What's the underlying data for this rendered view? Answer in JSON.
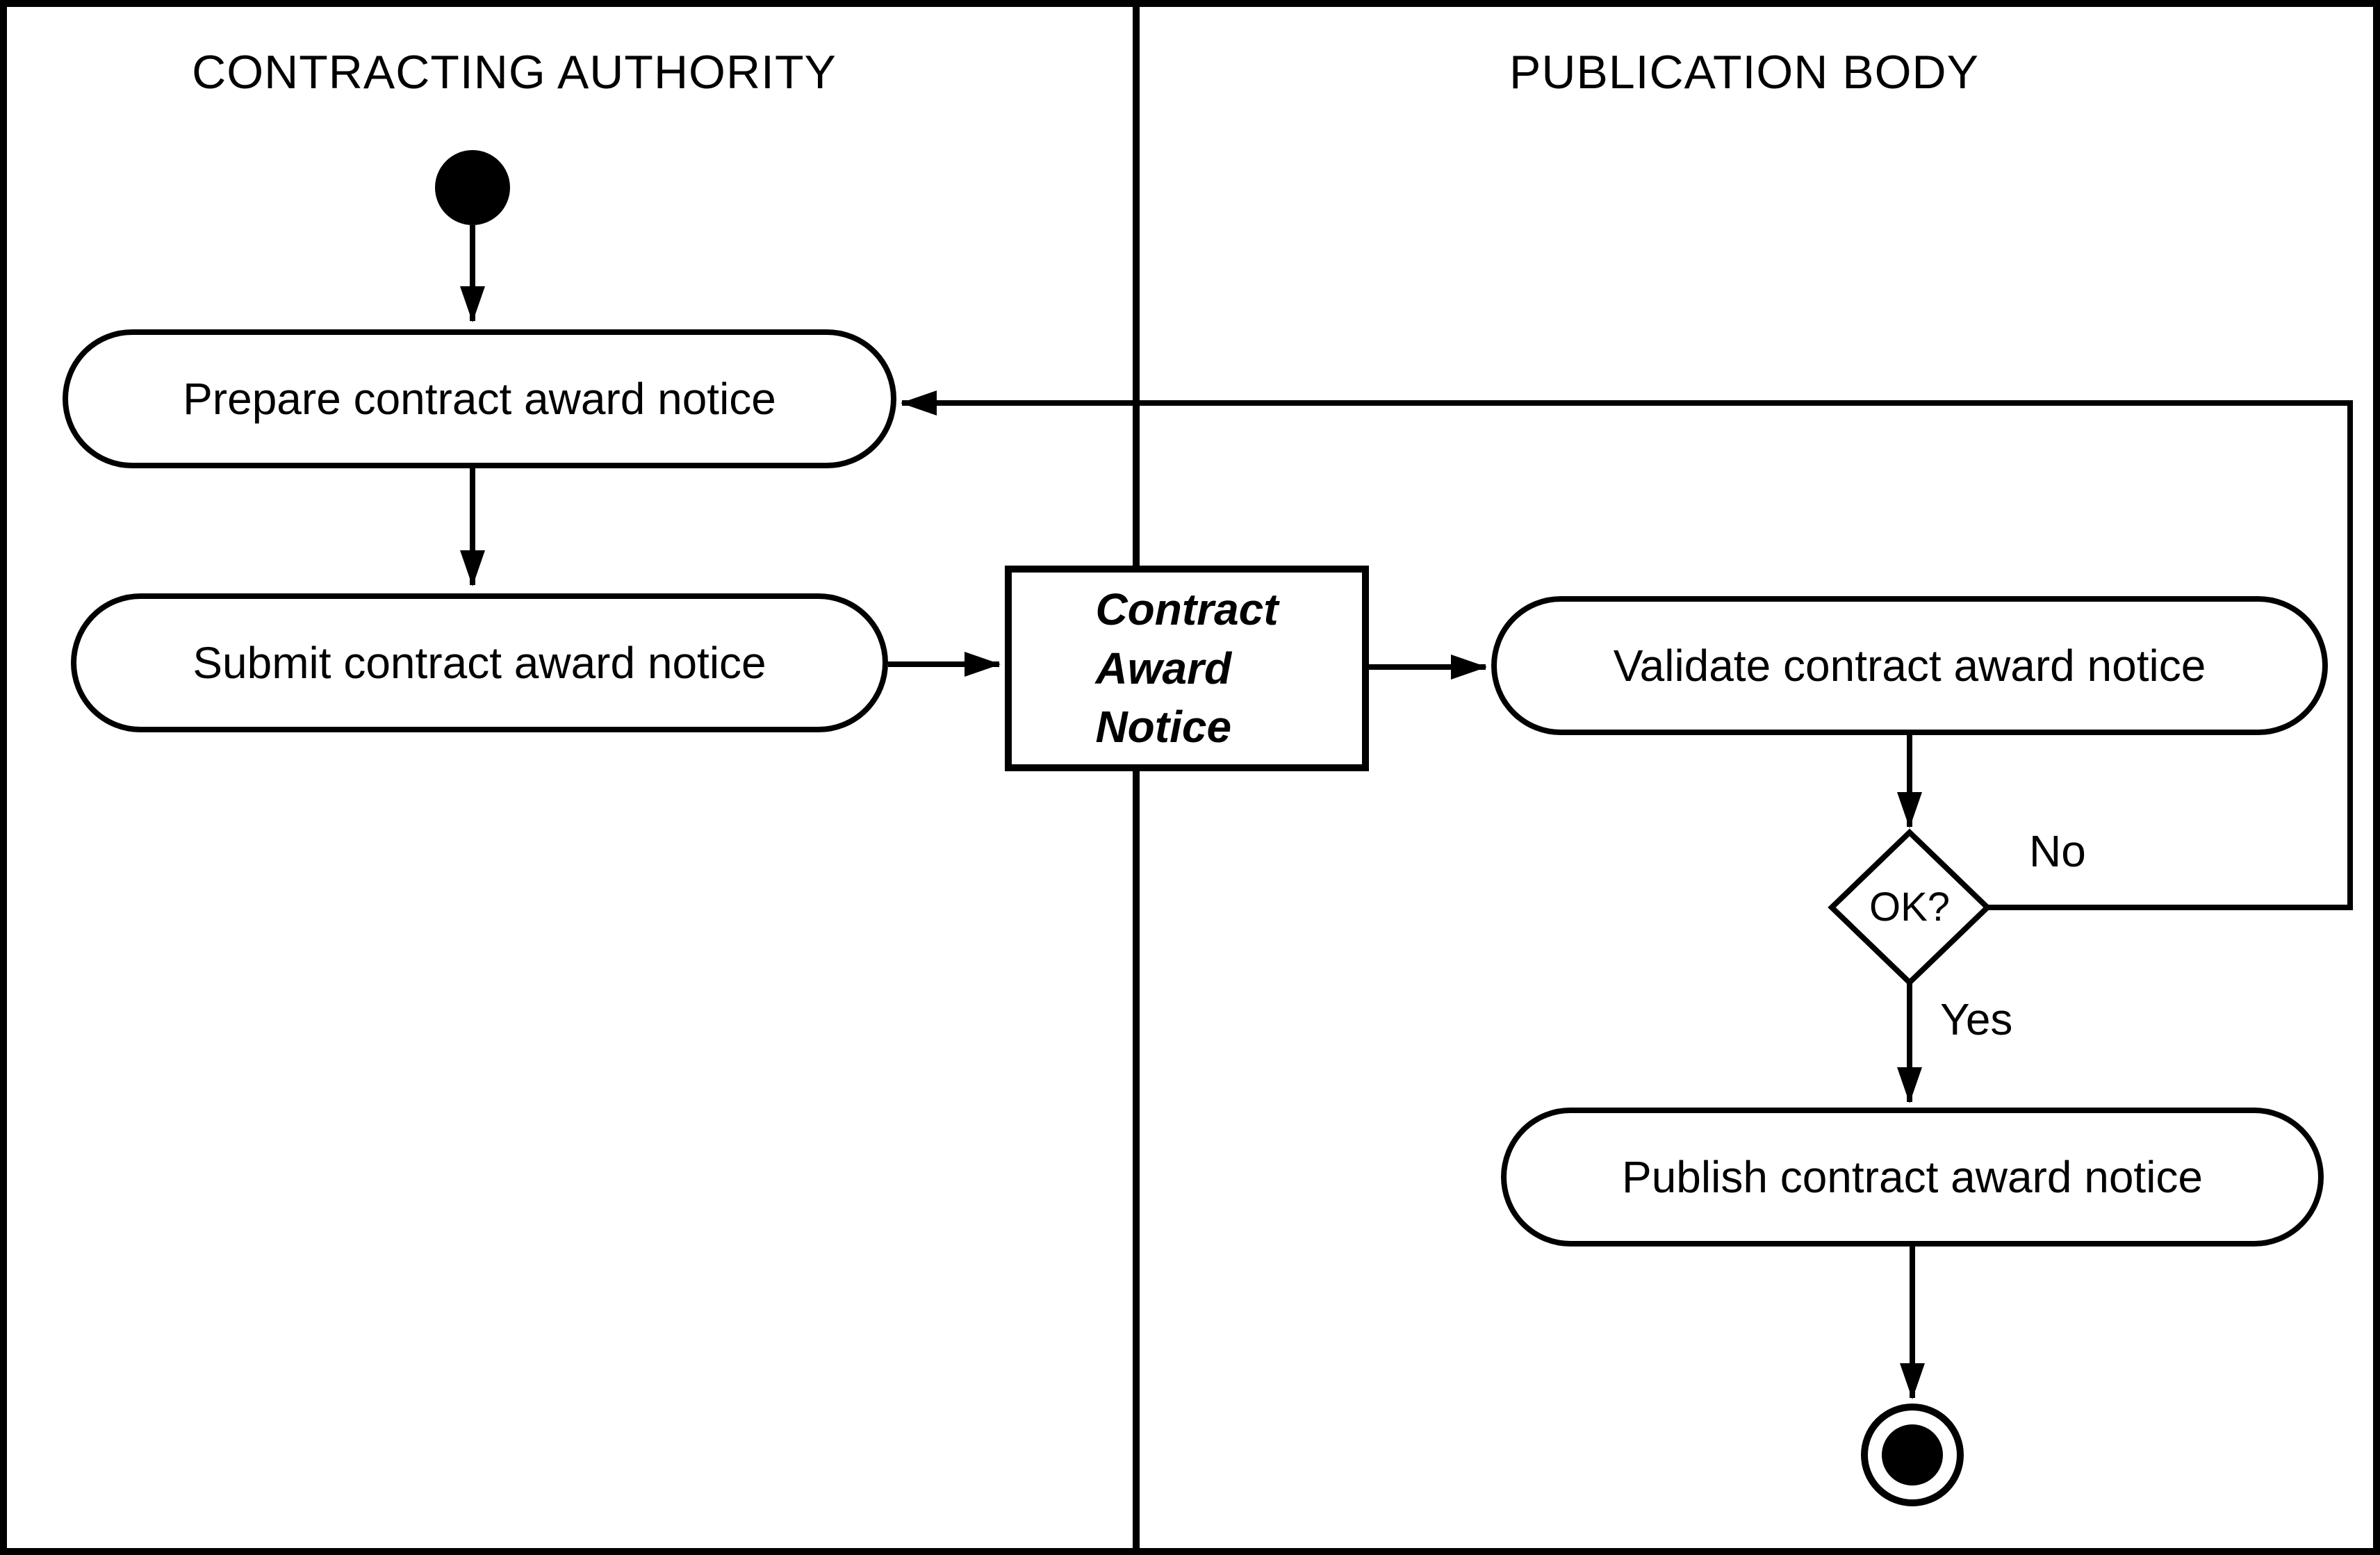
{
  "diagram": {
    "type": "uml-activity-diagram",
    "lanes": [
      {
        "title": "CONTRACTING AUTHORITY"
      },
      {
        "title": "PUBLICATION BODY"
      }
    ],
    "nodes": {
      "prepare": "Prepare contract award notice",
      "submit": "Submit contract award notice",
      "object": {
        "lines": [
          "Contract",
          "Award",
          "Notice"
        ]
      },
      "validate": "Validate contract award notice",
      "decision": "OK?",
      "publish": "Publish contract award notice"
    },
    "edge_labels": {
      "no": "No",
      "yes": "Yes"
    },
    "colors": {
      "line": "#000000",
      "background": "#ffffff"
    }
  }
}
